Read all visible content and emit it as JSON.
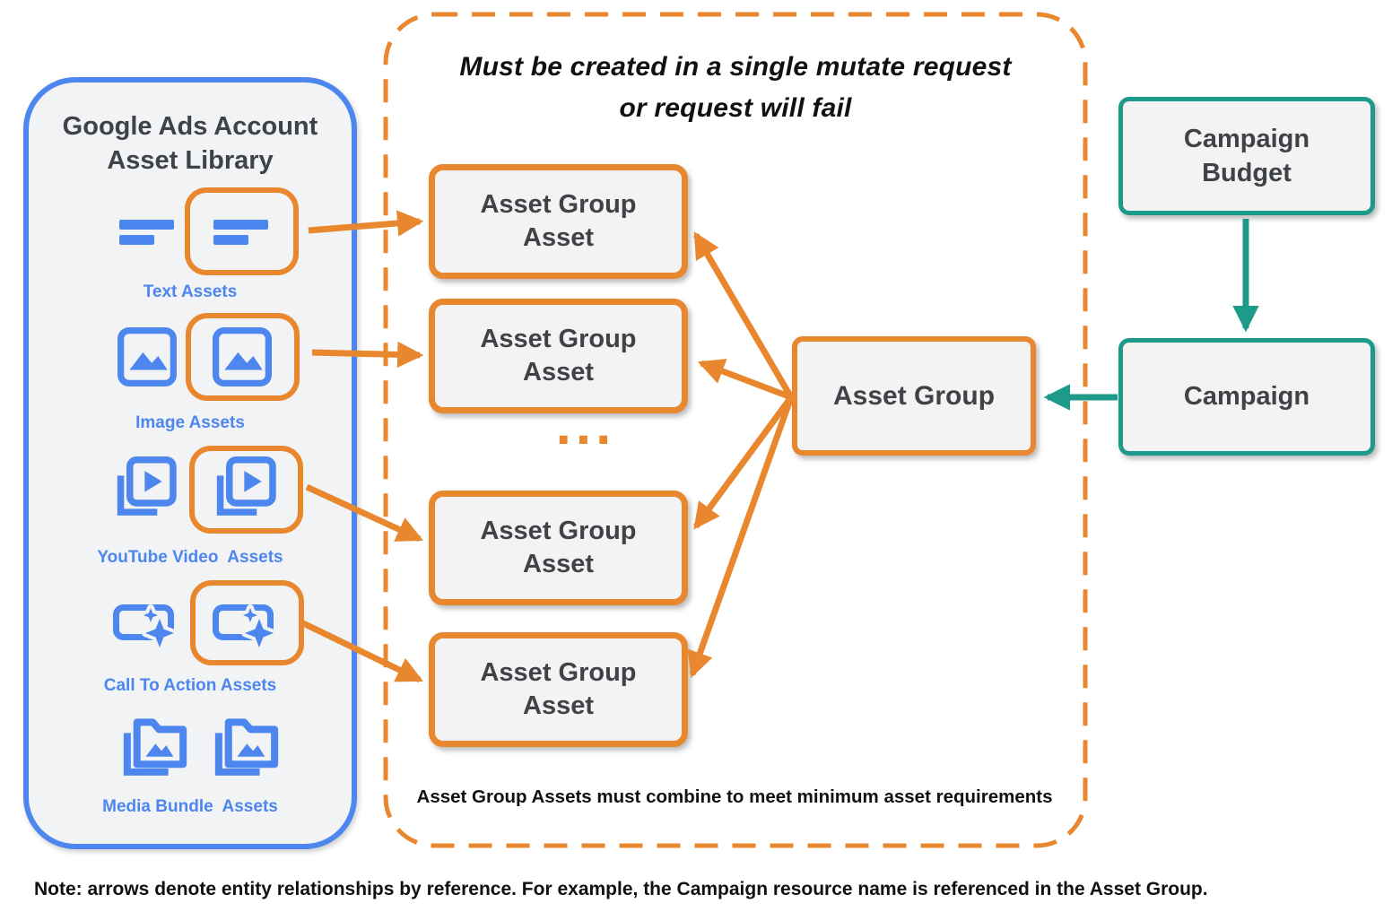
{
  "colors": {
    "blue": "#4D86EE",
    "orange": "#E8872E",
    "teal": "#1E9A8B",
    "dark": "#3F4347",
    "panel_fill": "#F1F3F4",
    "box_fill": "#F3F3F4"
  },
  "asset_library": {
    "title_line1": "Google Ads Account",
    "title_line2": "Asset Library",
    "items": [
      {
        "label": "Text Assets",
        "icon": "text-asset-icon",
        "highlighted": true
      },
      {
        "label": "Image Assets",
        "icon": "image-asset-icon",
        "highlighted": true
      },
      {
        "label": "YouTube Video  Assets",
        "icon": "youtube-video-asset-icon",
        "highlighted": true
      },
      {
        "label": "Call To Action Assets",
        "icon": "call-to-action-asset-icon",
        "highlighted": true
      },
      {
        "label": "Media Bundle  Assets",
        "icon": "media-bundle-asset-icon",
        "highlighted": false
      }
    ]
  },
  "mutate_group": {
    "title_line1": "Must be created in a single mutate request",
    "title_line2": "or request will fail",
    "aga_line1": "Asset Group",
    "aga_line2": "Asset",
    "ellipsis": "...",
    "caption": "Asset Group Assets must combine to meet minimum asset requirements"
  },
  "nodes": {
    "asset_group": "Asset Group",
    "campaign_budget_line1": "Campaign",
    "campaign_budget_line2": "Budget",
    "campaign": "Campaign"
  },
  "note": "Note: arrows denote entity relationships by reference. For example, the Campaign resource name is referenced in the Asset Group."
}
